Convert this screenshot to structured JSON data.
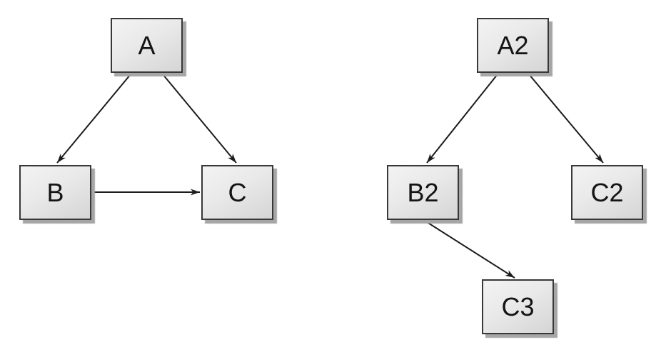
{
  "canvas": {
    "background": "#ffffff"
  },
  "colors": {
    "canvas_bg": "#ffffff",
    "node_border": "#383838",
    "node_fill_light": "#f3f3f3",
    "node_fill_dark": "#d5d5d5",
    "node_shadow": "#a6a6a6",
    "node_text": "#141414",
    "edge_color": "#1c1c1c"
  },
  "diagrams": [
    {
      "name": "left-graph",
      "nodes": [
        {
          "id": "A",
          "label": "A"
        },
        {
          "id": "B",
          "label": "B"
        },
        {
          "id": "C",
          "label": "C"
        }
      ],
      "edges": [
        {
          "from": "A",
          "to": "B"
        },
        {
          "from": "A",
          "to": "C"
        },
        {
          "from": "B",
          "to": "C"
        }
      ]
    },
    {
      "name": "right-graph",
      "nodes": [
        {
          "id": "A2",
          "label": "A2"
        },
        {
          "id": "B2",
          "label": "B2"
        },
        {
          "id": "C2",
          "label": "C2"
        },
        {
          "id": "C3",
          "label": "C3"
        }
      ],
      "edges": [
        {
          "from": "A2",
          "to": "B2"
        },
        {
          "from": "A2",
          "to": "C2"
        },
        {
          "from": "B2",
          "to": "C3"
        }
      ]
    }
  ]
}
